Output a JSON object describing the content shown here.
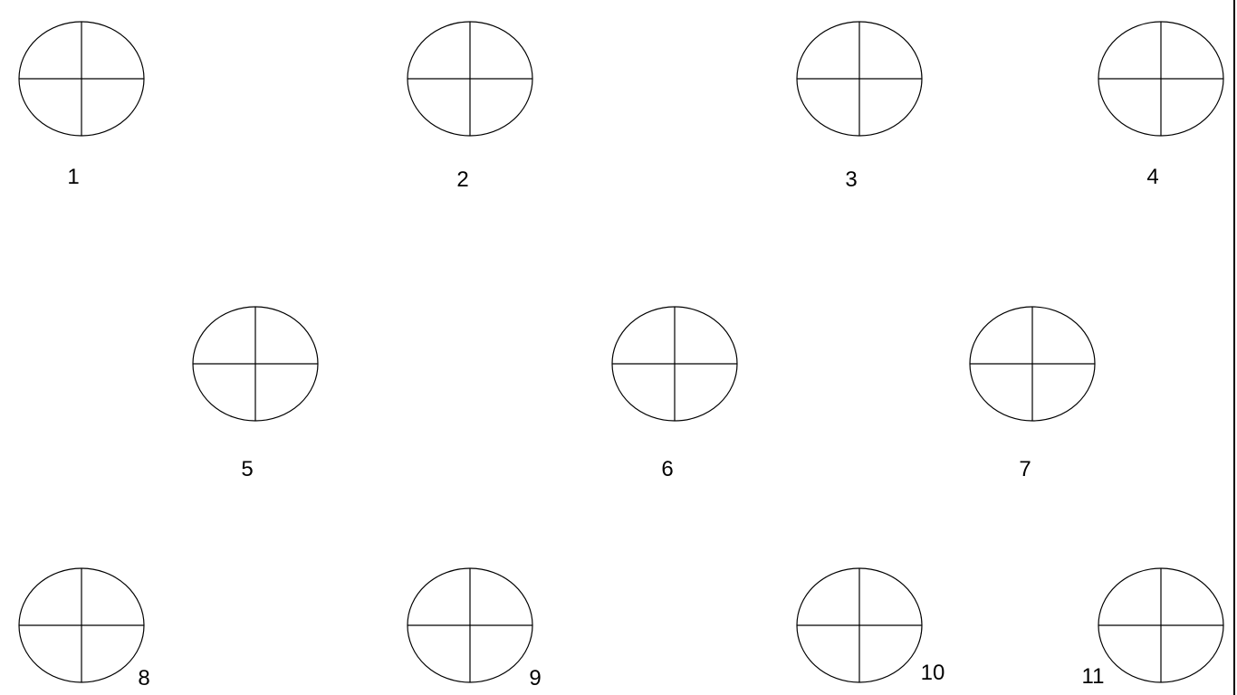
{
  "markers": [
    {
      "label": "1"
    },
    {
      "label": "2"
    },
    {
      "label": "3"
    },
    {
      "label": "4"
    },
    {
      "label": "5"
    },
    {
      "label": "6"
    },
    {
      "label": "7"
    },
    {
      "label": "8"
    },
    {
      "label": "9"
    },
    {
      "label": "10"
    },
    {
      "label": "11"
    }
  ]
}
